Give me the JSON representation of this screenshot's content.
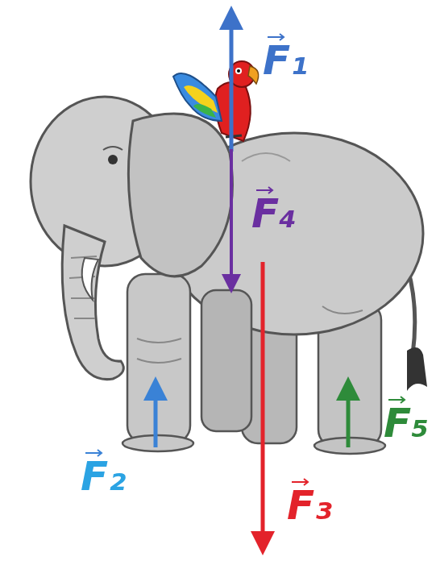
{
  "diagram": {
    "labels": [
      "F₁",
      "F₄",
      "F₃",
      "F₂",
      "F₅"
    ]
  }
}
